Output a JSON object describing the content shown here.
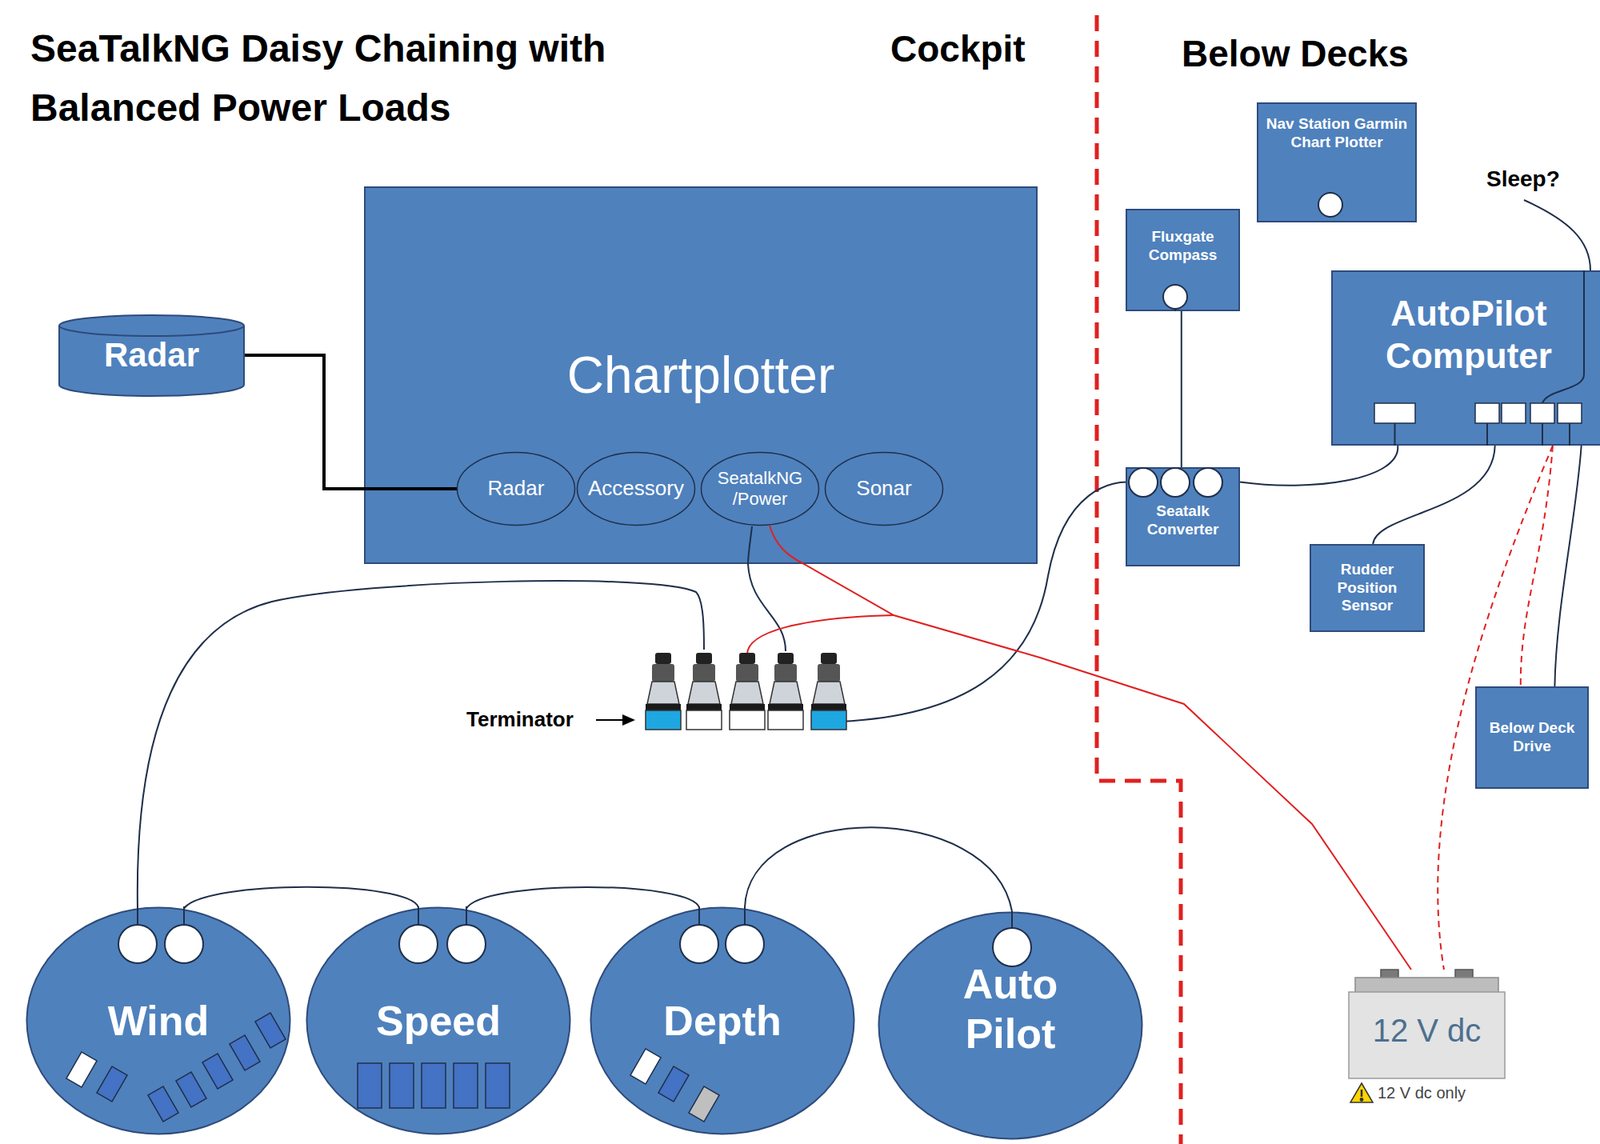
{
  "diagram": {
    "title": "SeaTalkNG Daisy Chaining with Balanced Power Loads",
    "nodes": [
      {
        "text": [
          "Radar"
        ]
      },
      {
        "text": [
          "Chartplotter"
        ]
      },
      {
        "text": [
          "Radar"
        ],
        "in": 1
      },
      {
        "text": [
          "Accessory"
        ],
        "in": 1
      },
      {
        "text": [
          "SeatalkNG /Power"
        ],
        "in": 1
      },
      {
        "text": [
          "Sonar"
        ],
        "in": 1
      },
      {
        "text": [
          "Nav Station Garmin Chart Plotter"
        ]
      },
      {
        "text": [
          "Fluxgate Compass"
        ]
      },
      {
        "text": [
          "AutoPilot Computer"
        ]
      },
      {
        "text": [
          "Seatalk Converter"
        ]
      },
      {
        "text": [
          "Rudder Position Sensor"
        ]
      },
      {
        "text": [
          "Below Deck Drive"
        ]
      },
      {
        "text": [
          "Wind"
        ]
      },
      {
        "text": [
          "Speed"
        ]
      },
      {
        "text": [
          "Depth"
        ]
      },
      {
        "text": [
          "Auto Pilot"
        ]
      },
      {
        "text": [
          "12 V dc",
          "12 V dc only"
        ]
      }
    ],
    "edges": [
      {
        "from": 0,
        "to": 2,
        "arrow": "none"
      },
      {
        "from": 12,
        "to": 13,
        "arrow": "none"
      },
      {
        "from": 13,
        "to": 14,
        "arrow": "none"
      },
      {
        "from": 14,
        "to": 15,
        "arrow": "none"
      },
      {
        "from": 7,
        "to": 9,
        "arrow": "none"
      },
      {
        "from": 9,
        "to": 8,
        "arrow": "none"
      },
      {
        "from": 10,
        "to": 8,
        "arrow": "none"
      },
      {
        "from": 11,
        "to": 8,
        "arrow": "none"
      },
      {
        "from": 8,
        "to": 11,
        "arrow": "none"
      },
      {
        "from": 8,
        "to": 16,
        "arrow": "none"
      },
      {
        "from": 4,
        "to": 16,
        "arrow": "none"
      }
    ],
    "labels": [
      "Cockpit",
      "Below Decks",
      "Sleep?",
      "Terminator"
    ]
  }
}
